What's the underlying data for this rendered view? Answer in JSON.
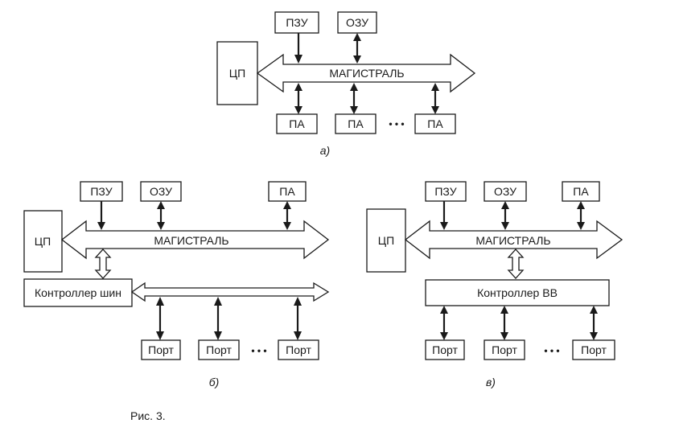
{
  "labels": {
    "rom": "ПЗУ",
    "ram": "ОЗУ",
    "cpu": "ЦП",
    "bus": "МАГИСТРАЛЬ",
    "adapter": "ПА",
    "port": "Порт",
    "ellipsis": "• • •",
    "bus_controller": "Контроллер шин",
    "io_controller": "Контроллер ВВ"
  },
  "captions": {
    "a": "а)",
    "b": "б)",
    "c": "в)",
    "figure": "Рис. 3."
  },
  "colors": {
    "ink": "#1a1a1a",
    "background": "#ffffff"
  }
}
